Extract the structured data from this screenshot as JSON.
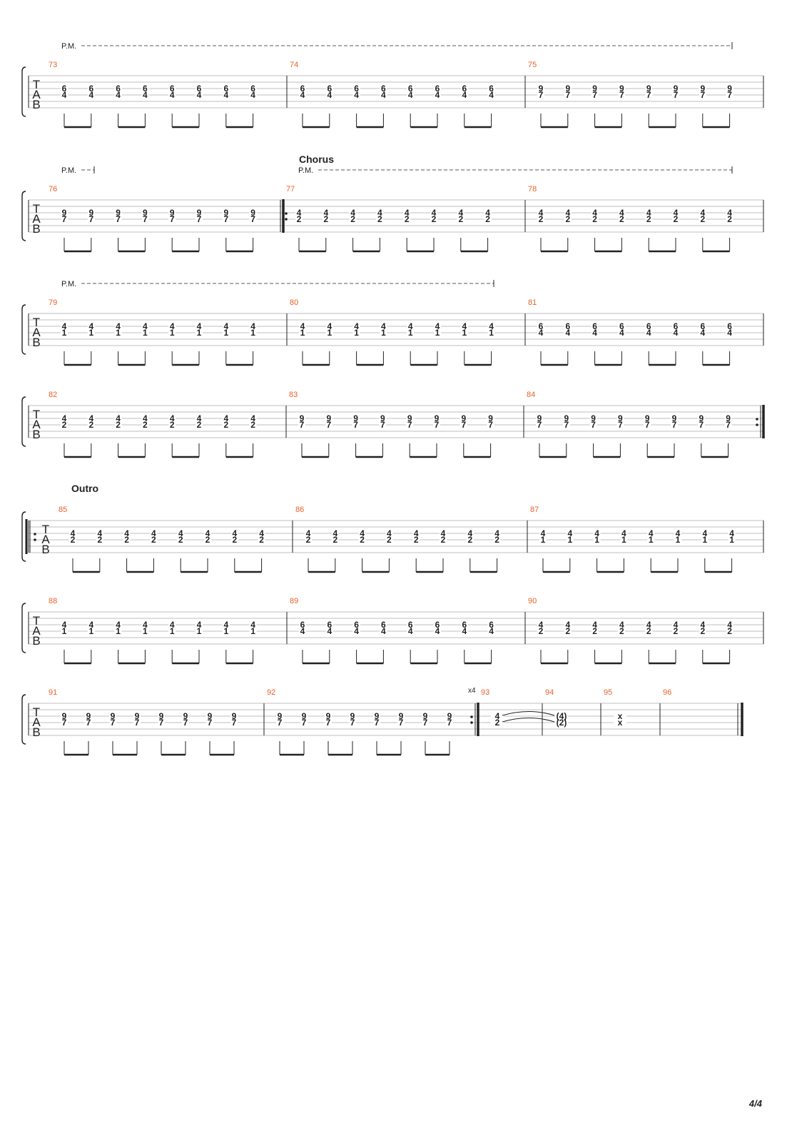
{
  "page": {
    "number_label": "4/4"
  },
  "labels": {
    "palm_mute": "P.M.",
    "tab_letters": [
      "T",
      "A",
      "B"
    ]
  },
  "colors": {
    "measure_number": "#e8622a",
    "ink": "#222222",
    "staff_line": "#aaaaaa"
  },
  "systems": [
    {
      "pm": [
        {
          "from": 0,
          "to": 2
        }
      ],
      "measures": [
        {
          "number": "73",
          "notes": [
            [
              "6",
              "4"
            ],
            [
              "6",
              "4"
            ],
            [
              "6",
              "4"
            ],
            [
              "6",
              "4"
            ],
            [
              "6",
              "4"
            ],
            [
              "6",
              "4"
            ],
            [
              "6",
              "4"
            ],
            [
              "6",
              "4"
            ]
          ]
        },
        {
          "number": "74",
          "notes": [
            [
              "6",
              "4"
            ],
            [
              "6",
              "4"
            ],
            [
              "6",
              "4"
            ],
            [
              "6",
              "4"
            ],
            [
              "6",
              "4"
            ],
            [
              "6",
              "4"
            ],
            [
              "6",
              "4"
            ],
            [
              "6",
              "4"
            ]
          ]
        },
        {
          "number": "75",
          "notes": [
            [
              "9",
              "7"
            ],
            [
              "9",
              "7"
            ],
            [
              "9",
              "7"
            ],
            [
              "9",
              "7"
            ],
            [
              "9",
              "7"
            ],
            [
              "9",
              "7"
            ],
            [
              "9",
              "7"
            ],
            [
              "9",
              "7"
            ]
          ]
        }
      ]
    },
    {
      "pm": [
        {
          "from": 0,
          "to": 0,
          "short": true
        },
        {
          "from": 1,
          "to": 2
        }
      ],
      "measures": [
        {
          "number": "76",
          "notes": [
            [
              "9",
              "7"
            ],
            [
              "9",
              "7"
            ],
            [
              "9",
              "7"
            ],
            [
              "9",
              "7"
            ],
            [
              "9",
              "7"
            ],
            [
              "9",
              "7"
            ],
            [
              "9",
              "7"
            ],
            [
              "9",
              "7"
            ]
          ],
          "end_double": true
        },
        {
          "number": "77",
          "section": "Chorus",
          "repeat_start": true,
          "notes": [
            [
              "4",
              "2"
            ],
            [
              "4",
              "2"
            ],
            [
              "4",
              "2"
            ],
            [
              "4",
              "2"
            ],
            [
              "4",
              "2"
            ],
            [
              "4",
              "2"
            ],
            [
              "4",
              "2"
            ],
            [
              "4",
              "2"
            ]
          ]
        },
        {
          "number": "78",
          "notes": [
            [
              "4",
              "2"
            ],
            [
              "4",
              "2"
            ],
            [
              "4",
              "2"
            ],
            [
              "4",
              "2"
            ],
            [
              "4",
              "2"
            ],
            [
              "4",
              "2"
            ],
            [
              "4",
              "2"
            ],
            [
              "4",
              "2"
            ]
          ]
        }
      ]
    },
    {
      "pm": [
        {
          "from": 0,
          "to": 1
        }
      ],
      "measures": [
        {
          "number": "79",
          "notes": [
            [
              "4",
              "1"
            ],
            [
              "4",
              "1"
            ],
            [
              "4",
              "1"
            ],
            [
              "4",
              "1"
            ],
            [
              "4",
              "1"
            ],
            [
              "4",
              "1"
            ],
            [
              "4",
              "1"
            ],
            [
              "4",
              "1"
            ]
          ]
        },
        {
          "number": "80",
          "notes": [
            [
              "4",
              "1"
            ],
            [
              "4",
              "1"
            ],
            [
              "4",
              "1"
            ],
            [
              "4",
              "1"
            ],
            [
              "4",
              "1"
            ],
            [
              "4",
              "1"
            ],
            [
              "4",
              "1"
            ],
            [
              "4",
              "1"
            ]
          ]
        },
        {
          "number": "81",
          "notes": [
            [
              "6",
              "4"
            ],
            [
              "6",
              "4"
            ],
            [
              "6",
              "4"
            ],
            [
              "6",
              "4"
            ],
            [
              "6",
              "4"
            ],
            [
              "6",
              "4"
            ],
            [
              "6",
              "4"
            ],
            [
              "6",
              "4"
            ]
          ]
        }
      ]
    },
    {
      "pm": [],
      "measures": [
        {
          "number": "82",
          "notes": [
            [
              "4",
              "2"
            ],
            [
              "4",
              "2"
            ],
            [
              "4",
              "2"
            ],
            [
              "4",
              "2"
            ],
            [
              "4",
              "2"
            ],
            [
              "4",
              "2"
            ],
            [
              "4",
              "2"
            ],
            [
              "4",
              "2"
            ]
          ]
        },
        {
          "number": "83",
          "notes": [
            [
              "9",
              "7"
            ],
            [
              "9",
              "7"
            ],
            [
              "9",
              "7"
            ],
            [
              "9",
              "7"
            ],
            [
              "9",
              "7"
            ],
            [
              "9",
              "7"
            ],
            [
              "9",
              "7"
            ],
            [
              "9",
              "7"
            ]
          ]
        },
        {
          "number": "84",
          "repeat_end": true,
          "notes": [
            [
              "9",
              "7"
            ],
            [
              "9",
              "7"
            ],
            [
              "9",
              "7"
            ],
            [
              "9",
              "7"
            ],
            [
              "9",
              "7"
            ],
            [
              "9",
              "7"
            ],
            [
              "9",
              "7"
            ],
            [
              "9",
              "7"
            ]
          ]
        }
      ]
    },
    {
      "pm": [],
      "section": "Outro",
      "repeat_start_at_clef": true,
      "measures": [
        {
          "number": "85",
          "notes": [
            [
              "4",
              "2"
            ],
            [
              "4",
              "2"
            ],
            [
              "4",
              "2"
            ],
            [
              "4",
              "2"
            ],
            [
              "4",
              "2"
            ],
            [
              "4",
              "2"
            ],
            [
              "4",
              "2"
            ],
            [
              "4",
              "2"
            ]
          ]
        },
        {
          "number": "86",
          "notes": [
            [
              "4",
              "2"
            ],
            [
              "4",
              "2"
            ],
            [
              "4",
              "2"
            ],
            [
              "4",
              "2"
            ],
            [
              "4",
              "2"
            ],
            [
              "4",
              "2"
            ],
            [
              "4",
              "2"
            ],
            [
              "4",
              "2"
            ]
          ]
        },
        {
          "number": "87",
          "notes": [
            [
              "4",
              "1"
            ],
            [
              "4",
              "1"
            ],
            [
              "4",
              "1"
            ],
            [
              "4",
              "1"
            ],
            [
              "4",
              "1"
            ],
            [
              "4",
              "1"
            ],
            [
              "4",
              "1"
            ],
            [
              "4",
              "1"
            ]
          ]
        }
      ]
    },
    {
      "pm": [],
      "measures": [
        {
          "number": "88",
          "notes": [
            [
              "4",
              "1"
            ],
            [
              "4",
              "1"
            ],
            [
              "4",
              "1"
            ],
            [
              "4",
              "1"
            ],
            [
              "4",
              "1"
            ],
            [
              "4",
              "1"
            ],
            [
              "4",
              "1"
            ],
            [
              "4",
              "1"
            ]
          ]
        },
        {
          "number": "89",
          "notes": [
            [
              "6",
              "4"
            ],
            [
              "6",
              "4"
            ],
            [
              "6",
              "4"
            ],
            [
              "6",
              "4"
            ],
            [
              "6",
              "4"
            ],
            [
              "6",
              "4"
            ],
            [
              "6",
              "4"
            ],
            [
              "6",
              "4"
            ]
          ]
        },
        {
          "number": "90",
          "notes": [
            [
              "4",
              "2"
            ],
            [
              "4",
              "2"
            ],
            [
              "4",
              "2"
            ],
            [
              "4",
              "2"
            ],
            [
              "4",
              "2"
            ],
            [
              "4",
              "2"
            ],
            [
              "4",
              "2"
            ],
            [
              "4",
              "2"
            ]
          ]
        }
      ]
    },
    {
      "pm": [],
      "final_system": true,
      "repeat_count": "x4",
      "measures": [
        {
          "number": "91",
          "notes": [
            [
              "9",
              "7"
            ],
            [
              "9",
              "7"
            ],
            [
              "9",
              "7"
            ],
            [
              "9",
              "7"
            ],
            [
              "9",
              "7"
            ],
            [
              "9",
              "7"
            ],
            [
              "9",
              "7"
            ],
            [
              "9",
              "7"
            ]
          ]
        },
        {
          "number": "92",
          "repeat_end": true,
          "notes": [
            [
              "9",
              "7"
            ],
            [
              "9",
              "7"
            ],
            [
              "9",
              "7"
            ],
            [
              "9",
              "7"
            ],
            [
              "9",
              "7"
            ],
            [
              "9",
              "7"
            ],
            [
              "9",
              "7"
            ],
            [
              "9",
              "7"
            ]
          ]
        },
        {
          "number": "93",
          "whole": [
            "4",
            "2"
          ],
          "tie": true
        },
        {
          "number": "94",
          "whole": [
            "(4)",
            "(2)"
          ]
        },
        {
          "number": "95",
          "whole": [
            "x",
            "x"
          ]
        },
        {
          "number": "96",
          "empty": true,
          "final_bar": true
        }
      ]
    }
  ]
}
